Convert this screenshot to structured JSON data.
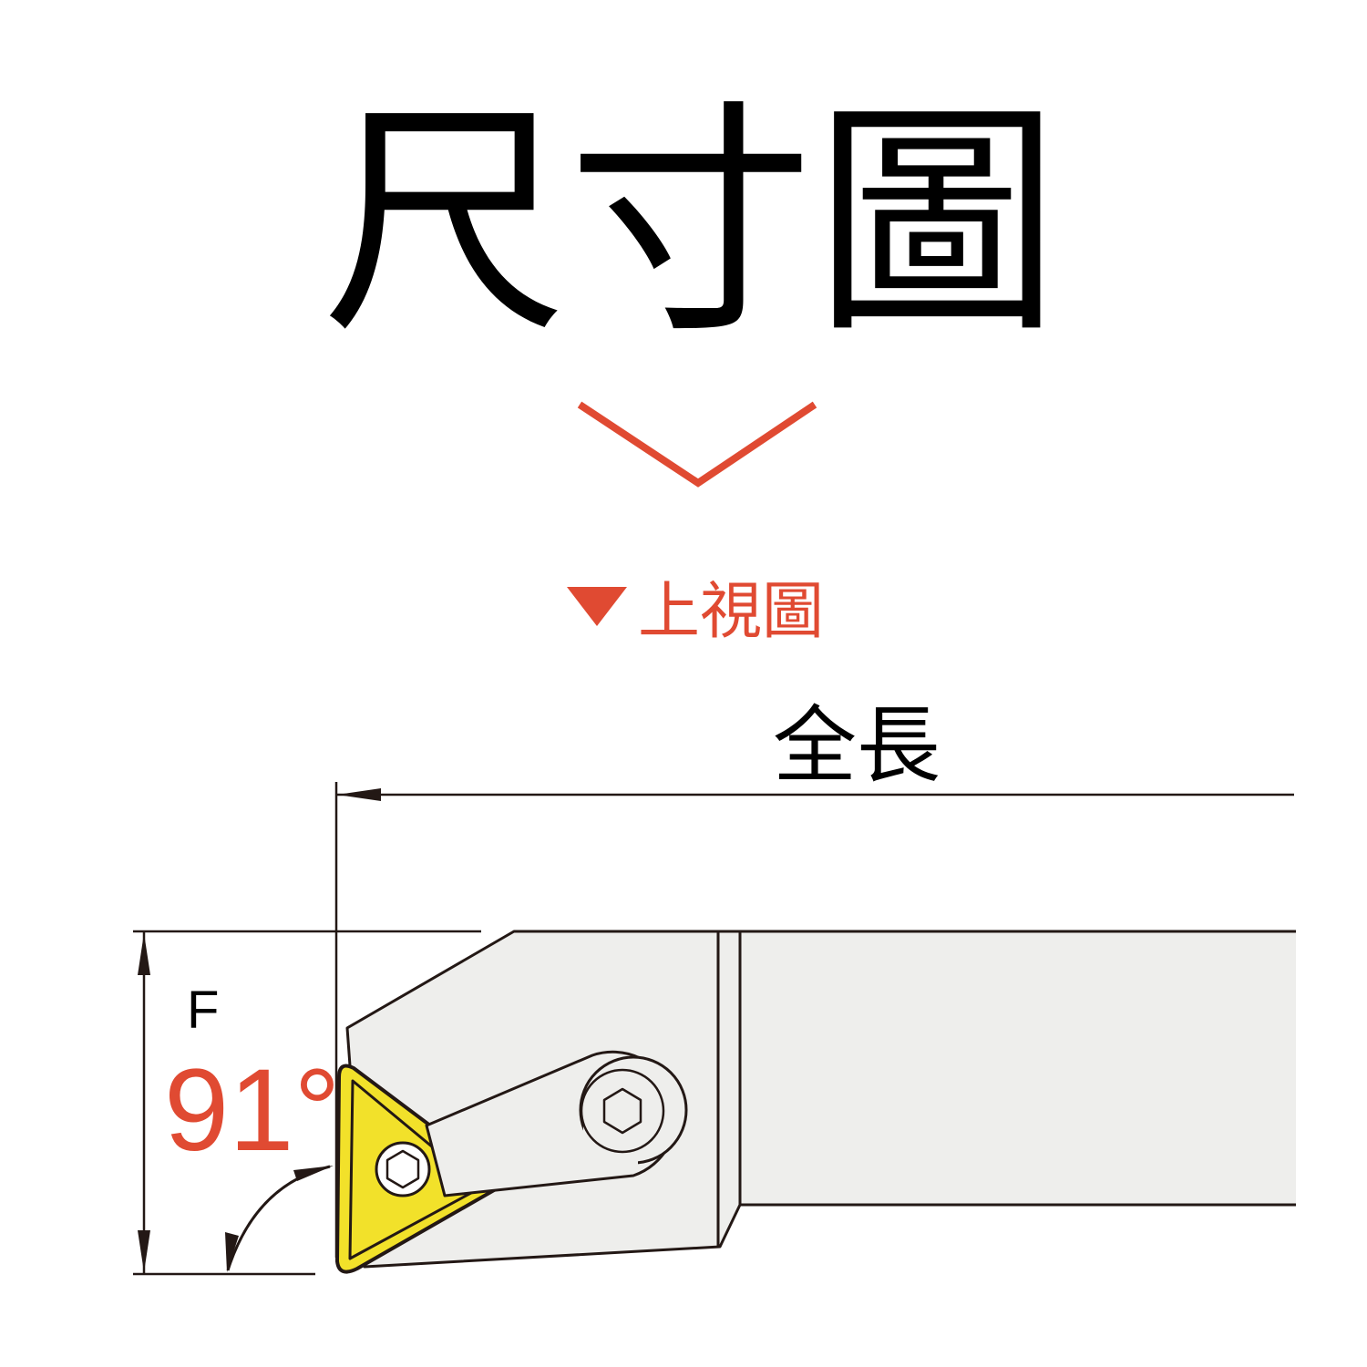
{
  "title": "尺寸圖",
  "section_label": "上視圖",
  "dimensions": {
    "overall_length_label": "全長",
    "height_label": "F",
    "angle_label": "91°"
  },
  "colors": {
    "accent": "#e04a32",
    "insert": "#f2e12a",
    "body": "#eeeeec",
    "line": "#231815"
  },
  "icons": {
    "chevron": "chevron-down-icon",
    "marker": "triangle-down-icon"
  }
}
